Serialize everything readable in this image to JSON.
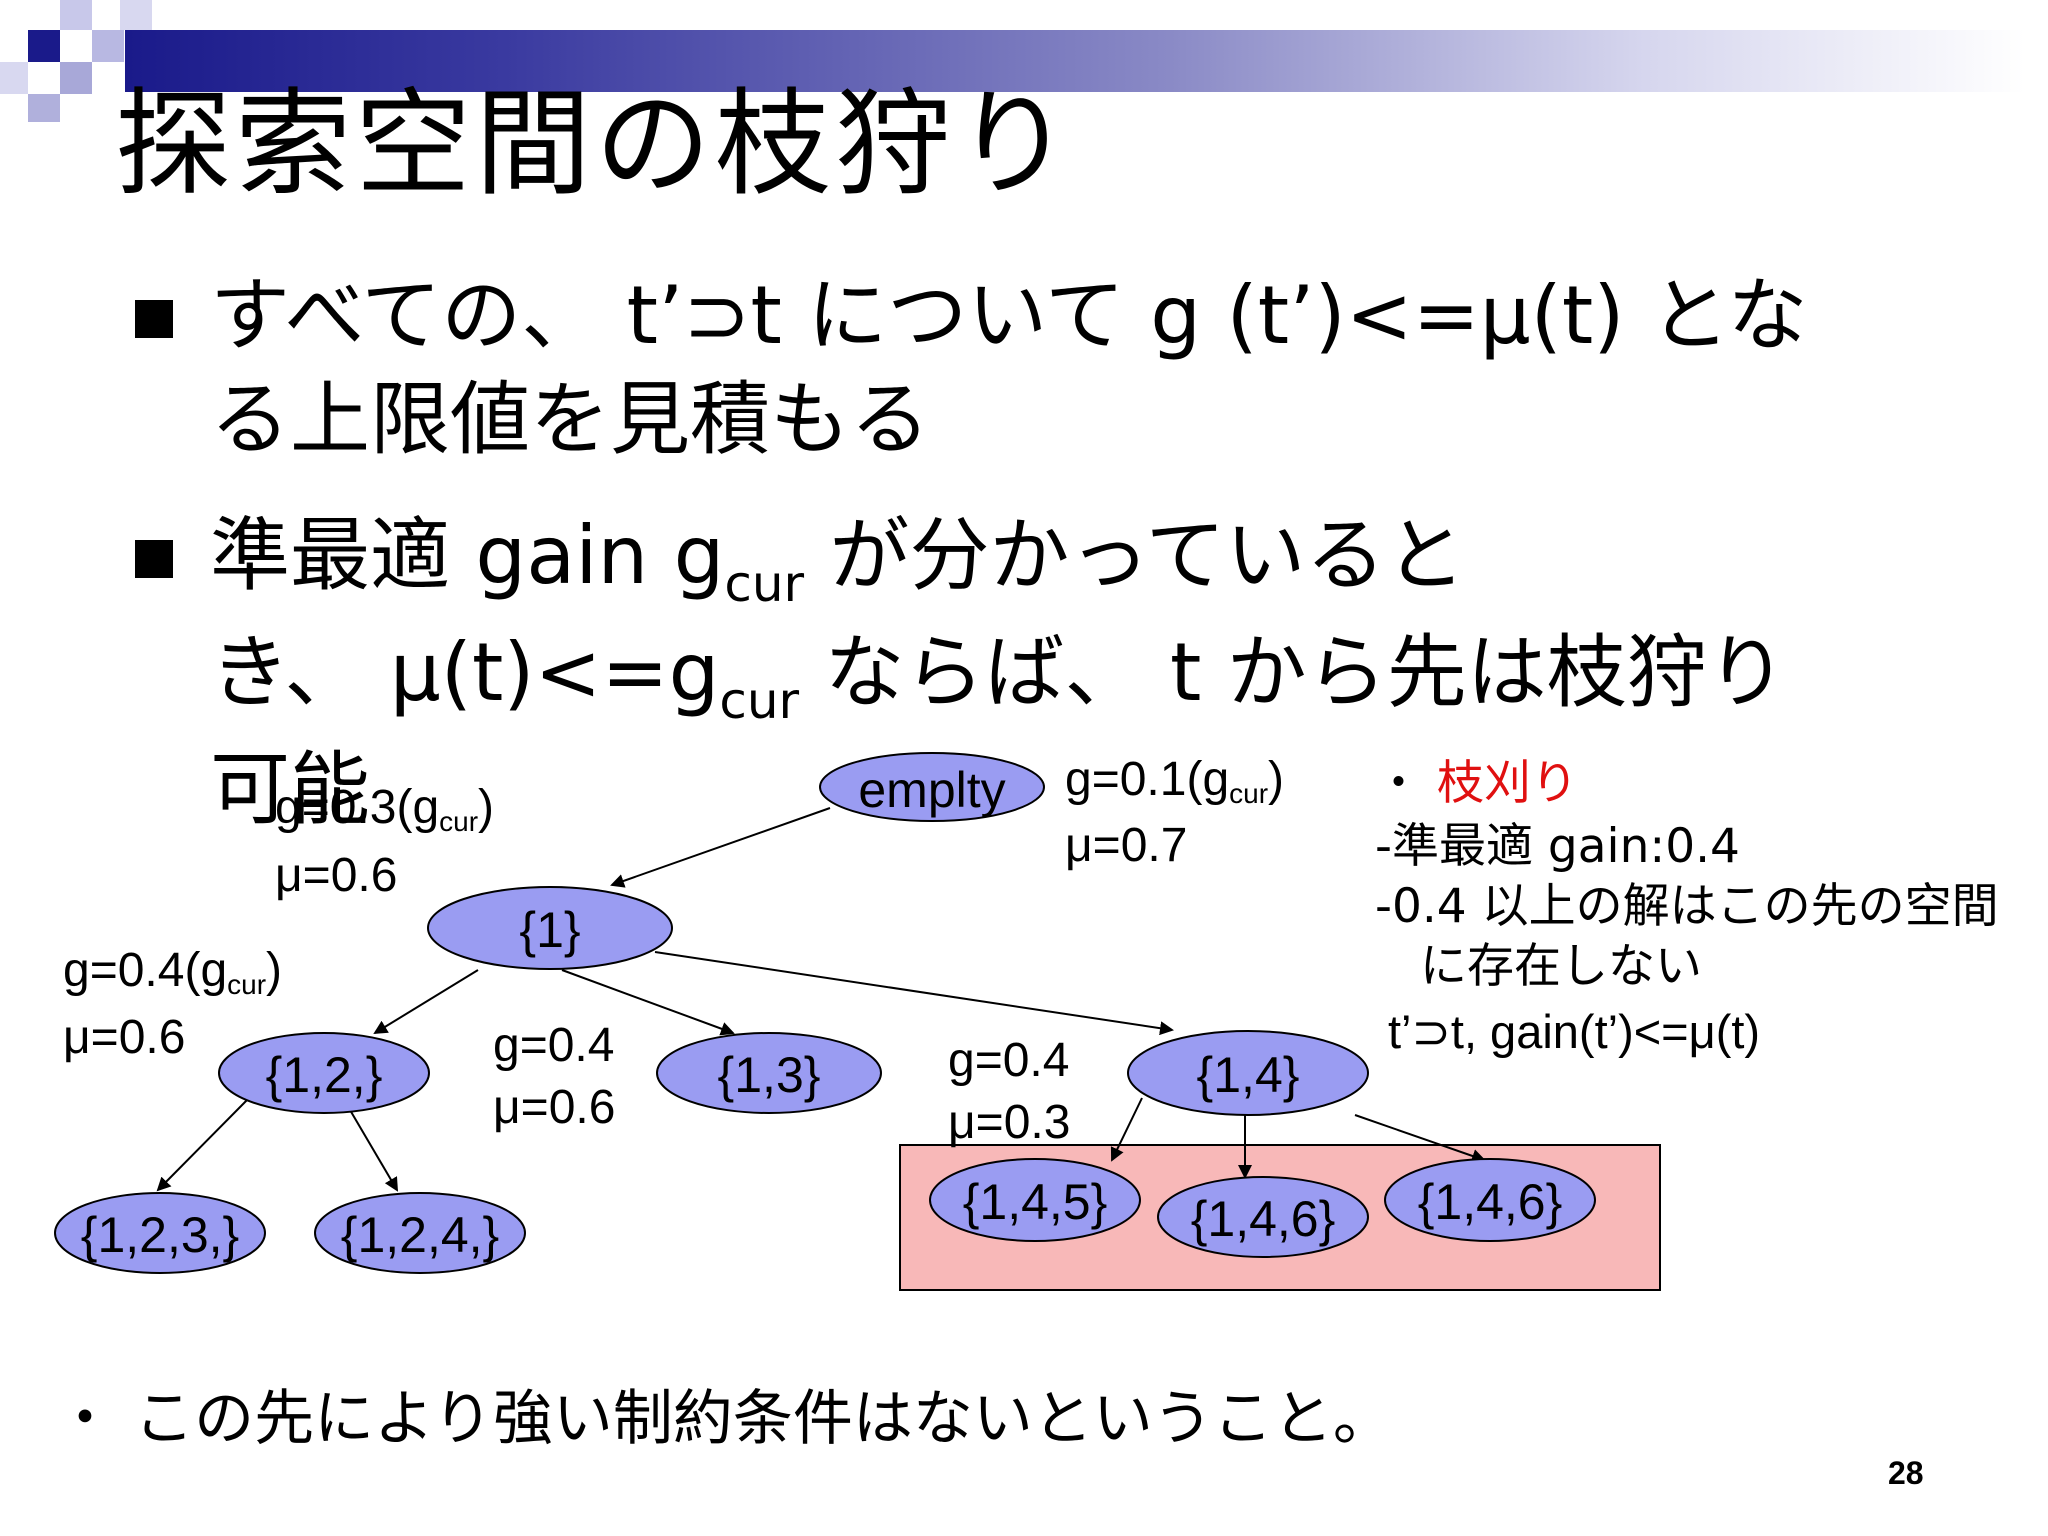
{
  "slide": {
    "title": "探索空間の枝狩り",
    "page_number": "28",
    "accent_color": "#1a1a8a",
    "node_fill": "#9a9cf2",
    "pruned_fill": "#f8b8b8"
  },
  "bullets": [
    {
      "line1": "すべての、 t’⊃t  について g  (t’)<=μ(t) とな",
      "line2": "る上限値を見積もる"
    },
    {
      "line1_a": "準最適 gain g",
      "line1_sub": "cur",
      "line1_b": " が分かっていると",
      "line2_a": "き、 μ(t)<=g",
      "line2_sub": "cur",
      "line2_b": " ならば、 t から先は枝狩り",
      "line3": "可能"
    }
  ],
  "nodes": {
    "empty": "emplty",
    "n1": "{1}",
    "n12": "{1,2,}",
    "n13": "{1,3}",
    "n14": "{1,4}",
    "n123": "{1,2,3,}",
    "n124": "{1,2,4,}",
    "n145": "{1,4,5}",
    "n146a": "{1,4,6}",
    "n146b": "{1,4,6}"
  },
  "annotations": {
    "empty_g": "g=0.1(g",
    "empty_g_sub": "cur",
    "empty_g_close": ")",
    "empty_mu": "μ=0.7",
    "n1_g": "g=0.3(g",
    "n1_g_sub": "cur",
    "n1_g_close": ")",
    "n1_mu": "μ=0.6",
    "n12_g": "g=0.4(g",
    "n12_g_sub": "cur",
    "n12_g_close": ")",
    "n12_mu": "μ=0.6",
    "n13_g": "g=0.4",
    "n13_mu": "μ=0.6",
    "n14_g": "g=0.4",
    "n14_mu": "μ=0.3"
  },
  "notes": {
    "heading_dot": "・",
    "heading": "枝刈り",
    "line1": "-準最適 gain:0.4",
    "line2": "-0.4 以上の解はこの先の空間",
    "line3": "に存在しない",
    "line4": "t’⊃t, gain(t’)<=μ(t)"
  },
  "footer": "・ この先により強い制約条件はないということ。"
}
